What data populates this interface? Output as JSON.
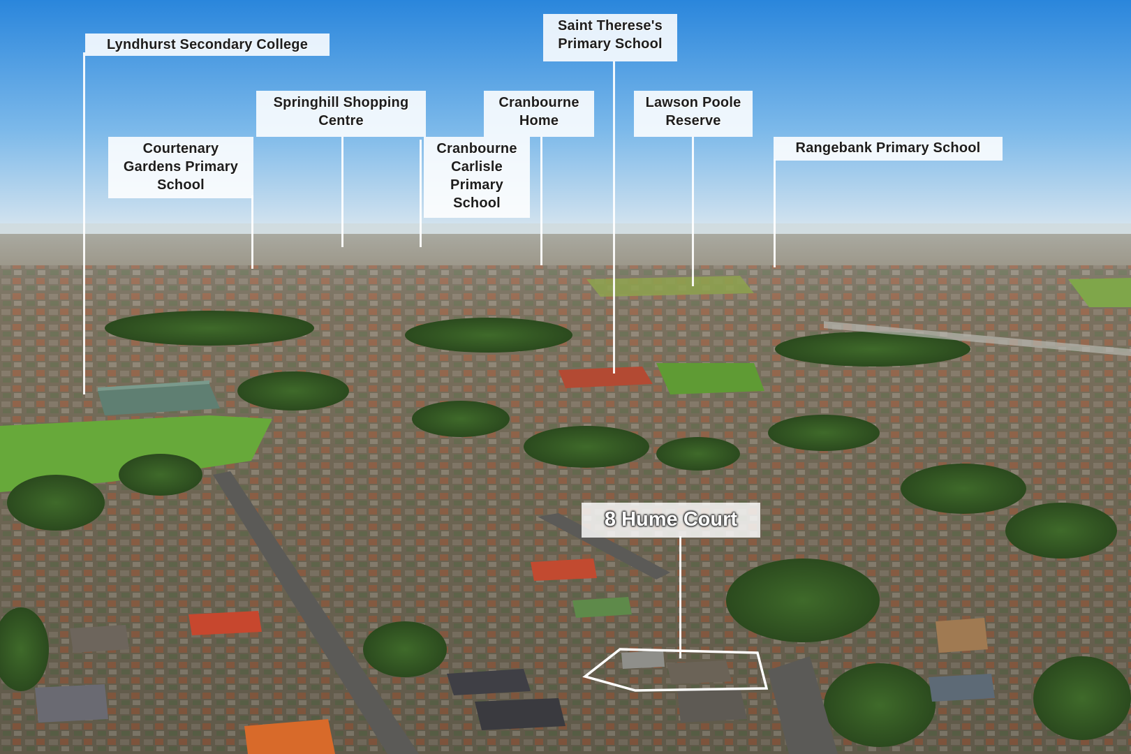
{
  "labels": {
    "lyndhurst": "Lyndhurst Secondary College",
    "saint_therese": "Saint Therese's\nPrimary School",
    "springhill": "Springhill Shopping\nCentre",
    "cranbourne_home": "Cranbourne\nHome",
    "lawson_poole": "Lawson Poole\nReserve",
    "courtenary": "Courtenary\nGardens Primary\nSchool",
    "cranbourne_carlisle": "Cranbourne\nCarlisle\nPrimary\nSchool",
    "rangebank": "Rangebank Primary School",
    "property": "8 Hume Court"
  },
  "colors": {
    "sky_top": "#2f8fe0",
    "sky_horizon": "#dbe9f3",
    "suburb": "#7d6a55",
    "trees": "#3b5a2c",
    "grass": "#6fae3a",
    "roof_red": "#c4502e",
    "property_outline": "#ffffff"
  }
}
